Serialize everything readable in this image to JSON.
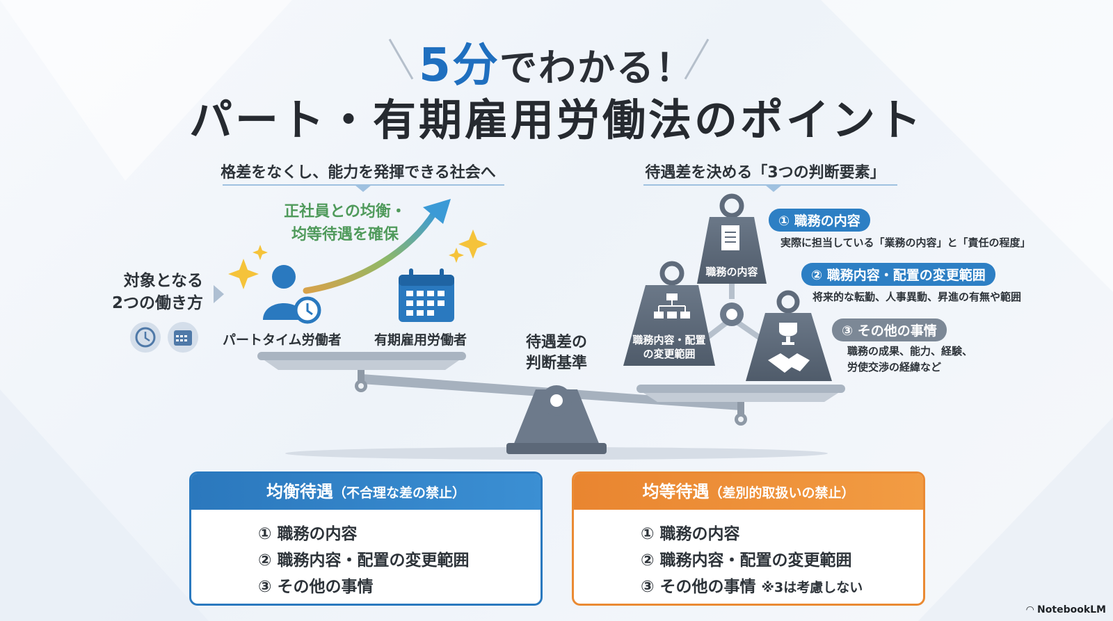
{
  "header": {
    "title_big": "5分",
    "title_rest": "でわかる！",
    "title_main": "パート・有期雇用労働法のポイント"
  },
  "left": {
    "heading": "格差をなくし、能力を発揮できる社会へ",
    "green_line1": "正社員との均衡・",
    "green_line2": "均等待遇を確保",
    "target_line1": "対象となる",
    "target_line2": "2つの働き方",
    "worker1": "パートタイム労働者",
    "worker2": "有期雇用労働者"
  },
  "center": {
    "judge_line1": "待遇差の",
    "judge_line2": "判断基準"
  },
  "right": {
    "heading": "待遇差を決める「3つの判断要素」",
    "factors": [
      {
        "pill": "① 職務の内容",
        "desc": "実際に担当している「業務の内容」と「責任の程度」"
      },
      {
        "pill": "② 職務内容・配置の変更範囲",
        "desc": "将来的な転勤、人事異動、昇進の有無や範囲"
      },
      {
        "pill": "③ その他の事情",
        "desc1": "職務の成果、能力、経験、",
        "desc2": "労使交渉の経緯など"
      }
    ],
    "weight1_label": "職務の内容",
    "weight2_line1": "職務内容・配置",
    "weight2_line2": "の変更範囲"
  },
  "boxes": {
    "balanced": {
      "title": "均衡待遇",
      "sub": "（不合理な差の禁止）",
      "items": [
        "① 職務の内容",
        "② 職務内容・配置の変更範囲",
        "③ その他の事情"
      ]
    },
    "equal": {
      "title": "均等待遇",
      "sub": "（差別的取扱いの禁止）",
      "items": [
        "① 職務の内容",
        "② 職務内容・配置の変更範囲",
        "③ その他の事情"
      ],
      "note": "※3は考慮しない"
    }
  },
  "brand": "NotebookLM",
  "colors": {
    "blue": "#2a79bf",
    "orange": "#ea8a33",
    "green": "#4f9a5b",
    "slate": "#5d6b7c"
  }
}
